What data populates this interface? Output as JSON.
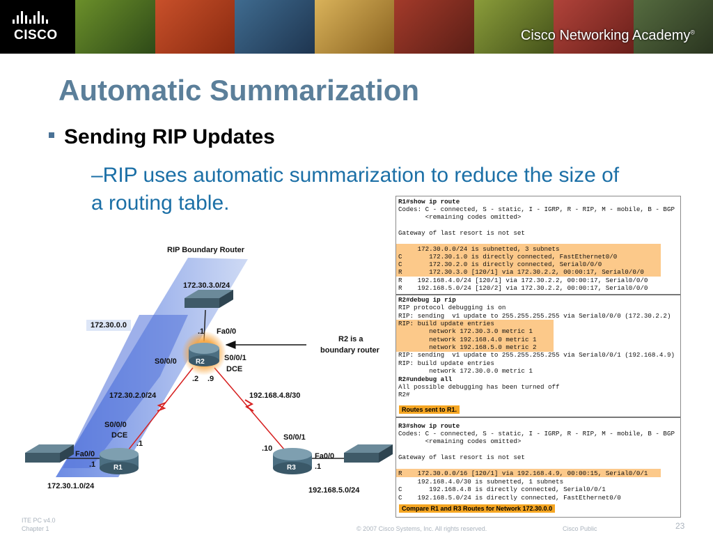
{
  "header": {
    "logo_text": "CISCO",
    "academy_text": "Cisco Networking Academy",
    "academy_mark": "®"
  },
  "slide": {
    "title": "Automatic Summarization",
    "bullet": "Sending RIP Updates",
    "subtext": "–RIP uses automatic summarization to reduce the size of a routing table."
  },
  "diagram": {
    "title": "RIP Boundary Router",
    "routers": {
      "r1": "R1",
      "r2": "R2",
      "r3": "R3"
    },
    "labels": {
      "net_172_30_3": "172.30.3.0/24",
      "net_172_30_0": "172.30.0.0",
      "r2_fa_ip": ".1",
      "r2_fa": "Fa0/0",
      "r2_s000": "S0/0/0",
      "r2_s001": "S0/0/1",
      "r2_dce": "DCE",
      "r2_s000_ip": ".2",
      "r2_s001_ip": ".9",
      "net_172_30_2": "172.30.2.0/24",
      "net_192_168_4": "192.168.4.8/30",
      "r1_s000": "S0/0/0",
      "r1_dce": "DCE",
      "r1_s_ip": ".1",
      "r1_fa": "Fa0/0",
      "r1_fa_ip": ".1",
      "r3_s_ip": ".10",
      "r3_s001": "S0/0/1",
      "r3_fa": "Fa0/0",
      "r3_fa_ip": ".1",
      "net_172_30_1": "172.30.1.0/24",
      "net_192_168_5": "192.168.5.0/24",
      "callout_line1": "R2 is a",
      "callout_line2": "boundary router"
    }
  },
  "terminal": {
    "block1": [
      "R1#show ip route",
      "Codes: C - connected, S - static, I - IGRP, R - RIP, M - mobile, B - BGP",
      "       <remaining codes omitted>",
      "",
      "Gateway of last resort is not set",
      "",
      "     172.30.0.0/24 is subnetted, 3 subnets",
      "C       172.30.1.0 is directly connected, FastEthernet0/0",
      "C       172.30.2.0 is directly connected, Serial0/0/0",
      "R       172.30.3.0 [120/1] via 172.30.2.2, 00:00:17, Serial0/0/0",
      "R    192.168.4.0/24 [120/1] via 172.30.2.2, 00:00:17, Serial0/0/0",
      "R    192.168.5.0/24 [120/2] via 172.30.2.2, 00:00:17, Serial0/0/0"
    ],
    "block2": [
      "R2#debug ip rip",
      "RIP protocol debugging is on",
      "RIP: sending  v1 update to 255.255.255.255 via Serial0/0/0 (172.30.2.2)",
      "RIP: build update entries",
      "        network 172.30.3.0 metric 1",
      "        network 192.168.4.0 metric 1",
      "        network 192.168.5.0 metric 2",
      "RIP: sending  v1 update to 255.255.255.255 via Serial0/0/1 (192.168.4.9)",
      "RIP: build update entries",
      "        network 172.30.0.0 metric 1",
      "R2#undebug all",
      "All possible debugging has been turned off",
      "R2#"
    ],
    "tag1": "Routes sent to R1.",
    "block3": [
      "R3#show ip route",
      "Codes: C - connected, S - static, I - IGRP, R - RIP, M - mobile, B - BGP",
      "       <remaining codes omitted>",
      "",
      "Gateway of last resort is not set",
      "",
      "R    172.30.0.0/16 [120/1] via 192.168.4.9, 00:00:15, Serial0/0/1",
      "     192.168.4.0/30 is subnetted, 1 subnets",
      "C       192.168.4.8 is directly connected, Serial0/0/1",
      "C    192.168.5.0/24 is directly connected, FastEthernet0/0"
    ],
    "tag2": "Compare R1 and R3 Routes for Network 172.30.0.0"
  },
  "footer": {
    "course": "ITE PC v4.0",
    "chapter": "Chapter 1",
    "copyright": "© 2007 Cisco Systems, Inc. All rights reserved.",
    "classification": "Cisco Public",
    "page": "23"
  },
  "colors": {
    "title": "#5b7f9a",
    "subtext": "#1b6fa6",
    "highlight": "#fcc98a",
    "tag": "#f5a623",
    "serial_link": "#d62020"
  }
}
